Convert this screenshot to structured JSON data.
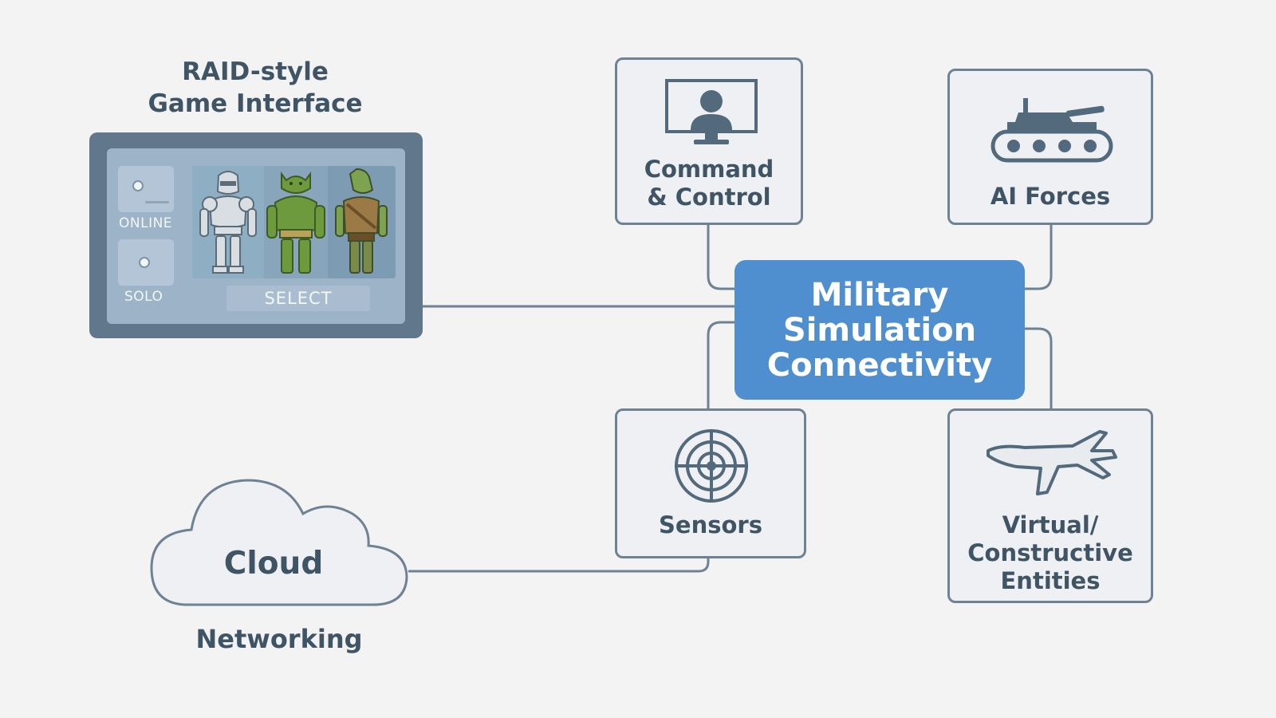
{
  "raid_title": {
    "line1": "RAID-style",
    "line2": "Game Interface"
  },
  "game_ui": {
    "mode_online": "ONLINE",
    "mode_solo": "SOLO",
    "select_label": "SELECT",
    "characters": [
      "knight-armor-icon",
      "orc-warrior-icon",
      "elf-archer-icon"
    ]
  },
  "hub": {
    "line1": "Military",
    "line2": "Simulation",
    "line3": "Connectivity"
  },
  "nodes": {
    "command": {
      "line1": "Command",
      "line2": "& Control",
      "icon": "monitor-user-icon"
    },
    "ai_forces": {
      "label": "AI Forces",
      "icon": "tank-icon"
    },
    "sensors": {
      "label": "Sensors",
      "icon": "radar-target-icon"
    },
    "entities": {
      "line1": "Virtual/",
      "line2": "Constructive",
      "line3": "Entities",
      "icon": "fighter-jet-icon"
    }
  },
  "cloud": {
    "label": "Cloud",
    "caption": "Networking",
    "icon": "cloud-icon"
  },
  "colors": {
    "background": "#f3f3f3",
    "hub": "#4f8fcf",
    "node_border": "#6e8294",
    "text": "#3f5566",
    "device": "#60778c"
  }
}
